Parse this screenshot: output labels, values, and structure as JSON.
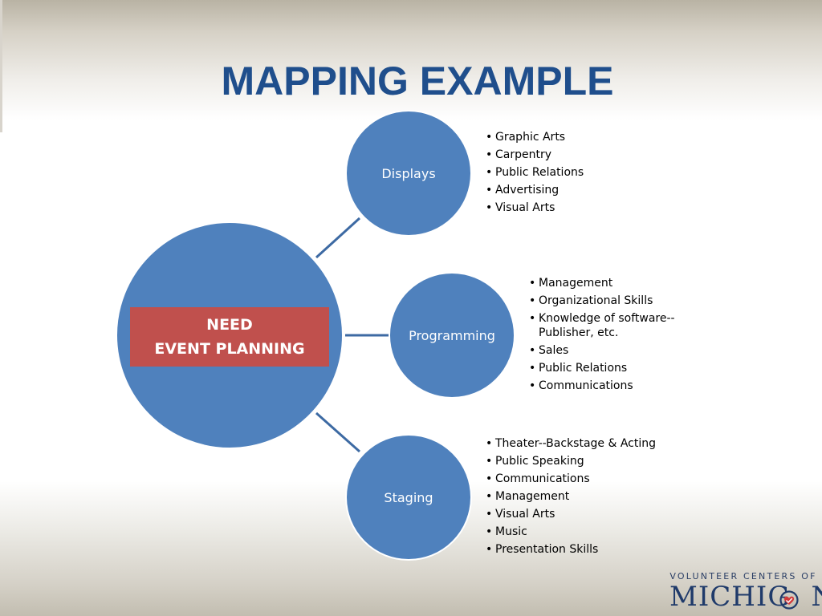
{
  "slide": {
    "title": "MAPPING EXAMPLE"
  },
  "center": {
    "line1": "NEED",
    "line2": "EVENT PLANNING"
  },
  "nodes": [
    {
      "label": "Displays",
      "items": [
        "Graphic Arts",
        "Carpentry",
        "Public Relations",
        "Advertising",
        "Visual Arts"
      ]
    },
    {
      "label": "Programming",
      "items": [
        "Management",
        "Organizational Skills",
        "Knowledge of software--Publisher, etc.",
        "Sales",
        "Public Relations",
        "Communications"
      ]
    },
    {
      "label": "Staging",
      "items": [
        "Theater--Backstage & Acting",
        "Public Speaking",
        "Communications",
        "Management",
        "Visual Arts",
        "Music",
        "Presentation Skills"
      ]
    }
  ],
  "logo": {
    "top_text": "VOLUNTEER CENTERS OF",
    "main_text": "MICHIG",
    "main_text_end": "N",
    "heart_icon": "heart-icon"
  },
  "colors": {
    "circle_fill": "#4f81bd",
    "need_box": "#c0504d",
    "title": "#1f4e8c",
    "connector": "#3d6aa3"
  }
}
